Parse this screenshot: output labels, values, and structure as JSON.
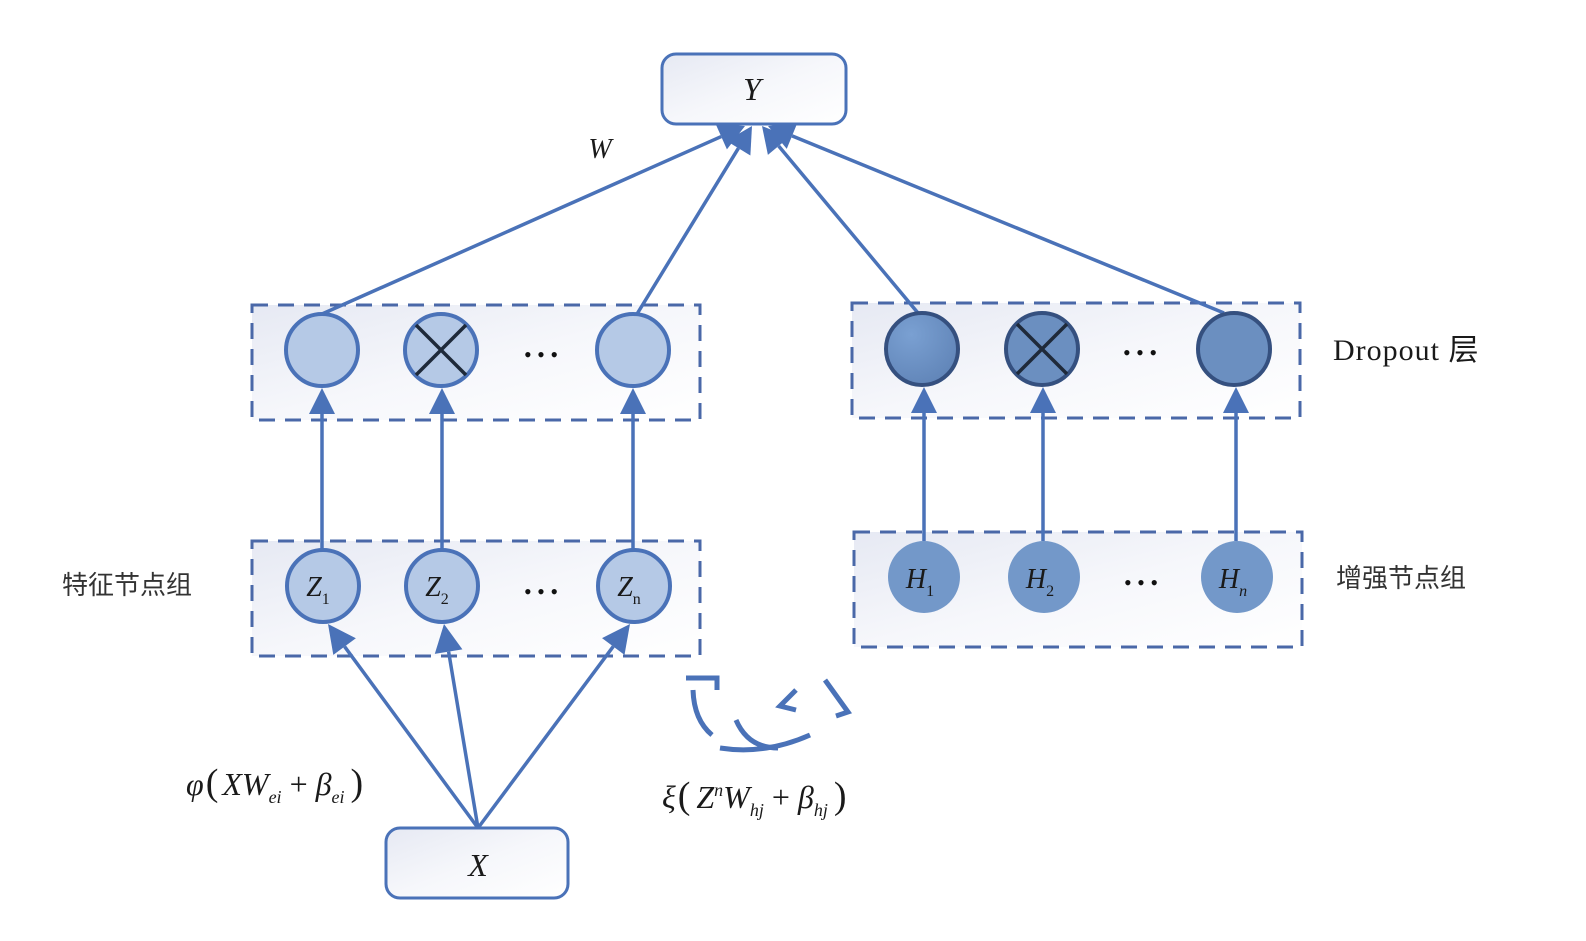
{
  "title": "Broad learning system with dropout layer",
  "output_node": {
    "label": "Y"
  },
  "input_node": {
    "label": "X"
  },
  "weight_label": "W",
  "feature_group": {
    "label": "特征节点组",
    "nodes": [
      {
        "base": "Z",
        "sub": "1"
      },
      {
        "base": "Z",
        "sub": "2"
      },
      {
        "base": "Z",
        "sub": "n"
      }
    ],
    "ellipsis": "• • •",
    "formula": {
      "fn": "φ",
      "open": "(",
      "a": "XW",
      "a_sub": "ei",
      "plus": "+",
      "b": "β",
      "b_sub": "ei",
      "close": ")"
    }
  },
  "enhance_group": {
    "label": "增强节点组",
    "nodes": [
      {
        "base": "H",
        "sub": "1"
      },
      {
        "base": "H",
        "sub": "2"
      },
      {
        "base": "H",
        "sub": "n"
      }
    ],
    "ellipsis": "• • •",
    "formula": {
      "fn": "ξ",
      "open": "(",
      "a": "Z",
      "a_sup": "n",
      "a2": "W",
      "a2_sub": "hj",
      "plus": "+",
      "b": "β",
      "b_sub": "hj",
      "close": ")"
    }
  },
  "dropout_layer": {
    "label": "Dropout 层",
    "left_nodes": [
      {
        "dropped": false
      },
      {
        "dropped": true
      },
      {
        "dropped": false
      }
    ],
    "right_nodes": [
      {
        "dropped": false
      },
      {
        "dropped": true
      },
      {
        "dropped": false
      }
    ],
    "ellipsis": "• • •"
  },
  "colors": {
    "line": "#4a72b8",
    "light_node": "#b5c9e6",
    "dark_node": "#6b8fc0",
    "h_node": "#7398c9",
    "dash": "#4a68a8",
    "text": "#1a1a1a"
  }
}
